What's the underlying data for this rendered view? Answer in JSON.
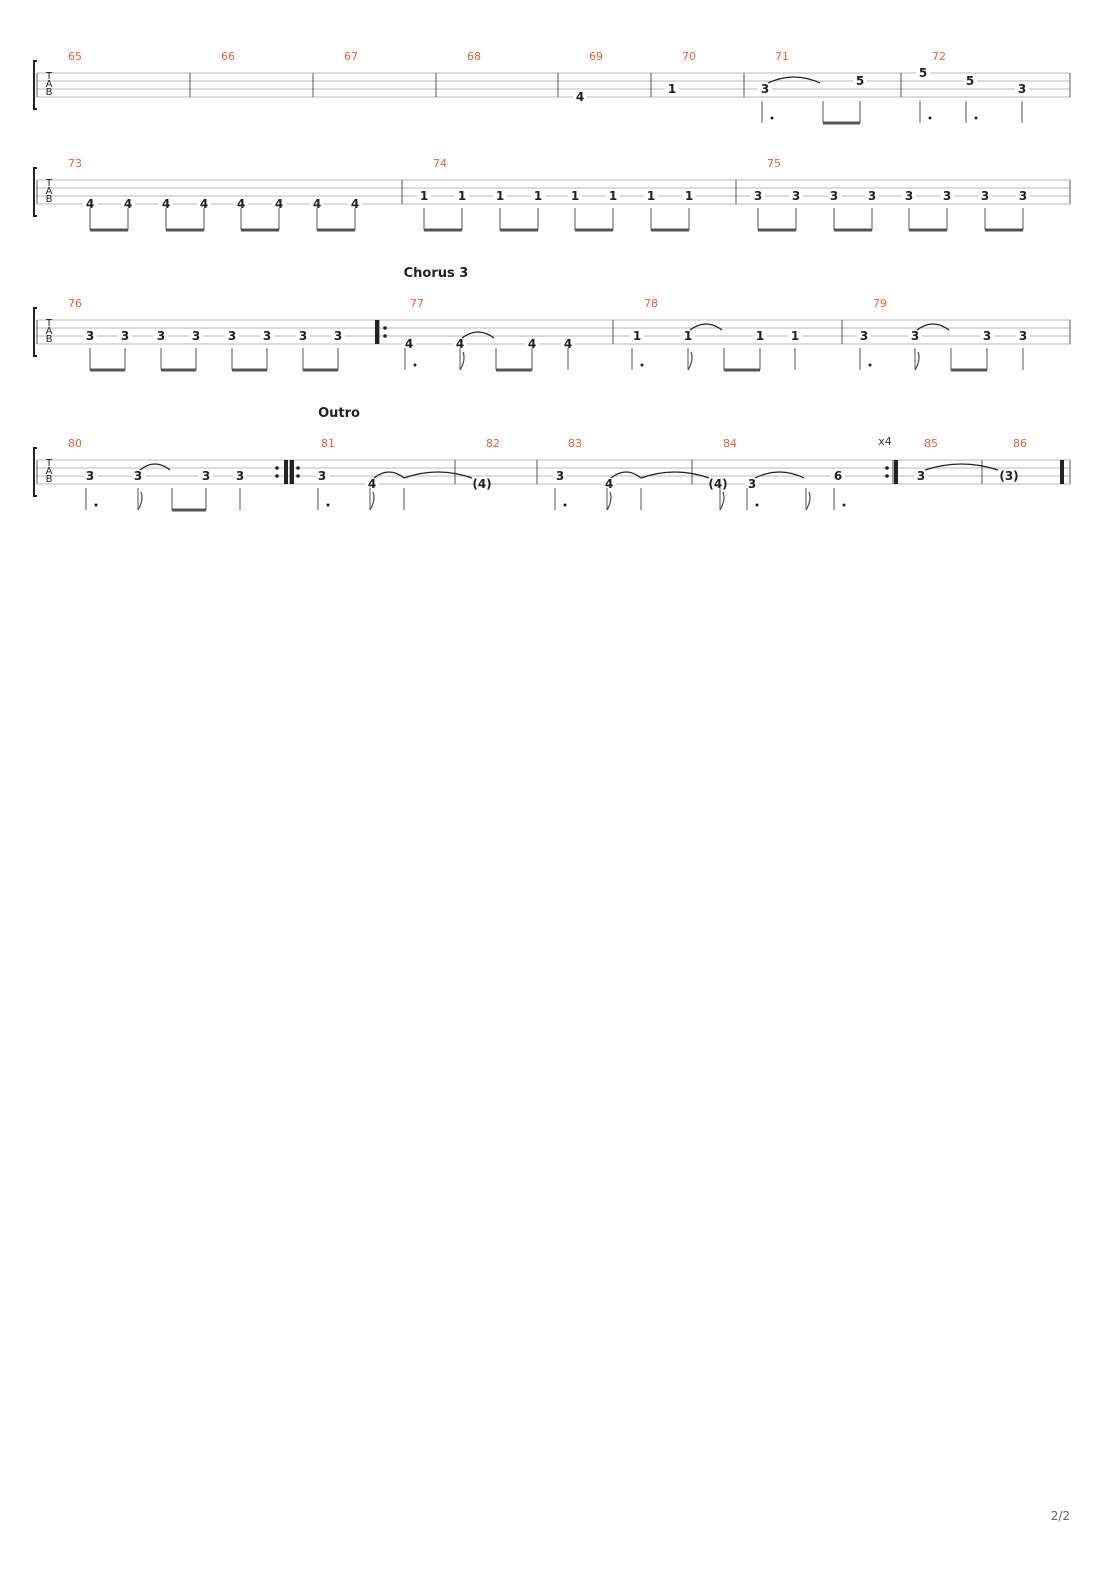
{
  "page": {
    "page_number": "2/2"
  },
  "colors": {
    "bar_number": "#e8623c",
    "ink": "#222222",
    "staff_line": "#b8b8b8"
  },
  "tab_clef": [
    "T",
    "A",
    "B"
  ],
  "systems": [
    {
      "section_label": "",
      "bars": [
        {
          "number": "65",
          "notes": []
        },
        {
          "number": "66",
          "notes": []
        },
        {
          "number": "67",
          "notes": []
        },
        {
          "number": "68",
          "notes": []
        },
        {
          "number": "69",
          "notes": [
            {
              "fret": "4",
              "string": 4
            }
          ]
        },
        {
          "number": "70",
          "notes": [
            {
              "fret": "1",
              "string": 3
            }
          ]
        },
        {
          "number": "71",
          "notes": [
            {
              "fret": "3",
              "string": 3
            },
            {
              "fret": "5",
              "string": 2
            }
          ]
        },
        {
          "number": "72",
          "notes": [
            {
              "fret": "5",
              "string": 1
            },
            {
              "fret": "5",
              "string": 2
            },
            {
              "fret": "3",
              "string": 3
            }
          ]
        }
      ]
    },
    {
      "section_label": "",
      "bars": [
        {
          "number": "73",
          "notes": [
            {
              "fret": "4",
              "string": 4
            },
            {
              "fret": "4",
              "string": 4
            },
            {
              "fret": "4",
              "string": 4
            },
            {
              "fret": "4",
              "string": 4
            },
            {
              "fret": "4",
              "string": 4
            },
            {
              "fret": "4",
              "string": 4
            },
            {
              "fret": "4",
              "string": 4
            },
            {
              "fret": "4",
              "string": 4
            }
          ]
        },
        {
          "number": "74",
          "notes": [
            {
              "fret": "1",
              "string": 3
            },
            {
              "fret": "1",
              "string": 3
            },
            {
              "fret": "1",
              "string": 3
            },
            {
              "fret": "1",
              "string": 3
            },
            {
              "fret": "1",
              "string": 3
            },
            {
              "fret": "1",
              "string": 3
            },
            {
              "fret": "1",
              "string": 3
            },
            {
              "fret": "1",
              "string": 3
            }
          ]
        },
        {
          "number": "75",
          "notes": [
            {
              "fret": "3",
              "string": 3
            },
            {
              "fret": "3",
              "string": 3
            },
            {
              "fret": "3",
              "string": 3
            },
            {
              "fret": "3",
              "string": 3
            },
            {
              "fret": "3",
              "string": 3
            },
            {
              "fret": "3",
              "string": 3
            },
            {
              "fret": "3",
              "string": 3
            },
            {
              "fret": "3",
              "string": 3
            }
          ]
        }
      ]
    },
    {
      "section_label": "Chorus 3",
      "bars": [
        {
          "number": "76",
          "notes": [
            {
              "fret": "3",
              "string": 3
            },
            {
              "fret": "3",
              "string": 3
            },
            {
              "fret": "3",
              "string": 3
            },
            {
              "fret": "3",
              "string": 3
            },
            {
              "fret": "3",
              "string": 3
            },
            {
              "fret": "3",
              "string": 3
            },
            {
              "fret": "3",
              "string": 3
            },
            {
              "fret": "3",
              "string": 3
            }
          ]
        },
        {
          "number": "77",
          "notes": [
            {
              "fret": "4",
              "string": 4
            },
            {
              "fret": "4",
              "string": 4
            },
            {
              "fret": "4",
              "string": 4
            },
            {
              "fret": "4",
              "string": 4
            }
          ]
        },
        {
          "number": "78",
          "notes": [
            {
              "fret": "1",
              "string": 3
            },
            {
              "fret": "1",
              "string": 3
            },
            {
              "fret": "1",
              "string": 3
            },
            {
              "fret": "1",
              "string": 3
            }
          ]
        },
        {
          "number": "79",
          "notes": [
            {
              "fret": "3",
              "string": 3
            },
            {
              "fret": "3",
              "string": 3
            },
            {
              "fret": "3",
              "string": 3
            },
            {
              "fret": "3",
              "string": 3
            }
          ]
        }
      ]
    },
    {
      "section_label": "Outro",
      "bars": [
        {
          "number": "80",
          "notes": [
            {
              "fret": "3",
              "string": 3
            },
            {
              "fret": "3",
              "string": 3
            },
            {
              "fret": "3",
              "string": 3
            },
            {
              "fret": "3",
              "string": 3
            }
          ]
        },
        {
          "number": "81",
          "notes": [
            {
              "fret": "3",
              "string": 3
            },
            {
              "fret": "4",
              "string": 4
            }
          ]
        },
        {
          "number": "82",
          "notes": [
            {
              "fret": "(4)",
              "string": 4
            }
          ]
        },
        {
          "number": "83",
          "notes": [
            {
              "fret": "3",
              "string": 3
            },
            {
              "fret": "4",
              "string": 4
            }
          ]
        },
        {
          "number": "84",
          "notes": [
            {
              "fret": "(4)",
              "string": 4
            },
            {
              "fret": "3",
              "string": 4
            },
            {
              "fret": "6",
              "string": 3
            }
          ]
        },
        {
          "number": "85",
          "notes": [
            {
              "fret": "3",
              "string": 3
            }
          ]
        },
        {
          "number": "86",
          "notes": [
            {
              "fret": "(3)",
              "string": 3
            }
          ]
        }
      ]
    }
  ],
  "repeat_count": "x4"
}
